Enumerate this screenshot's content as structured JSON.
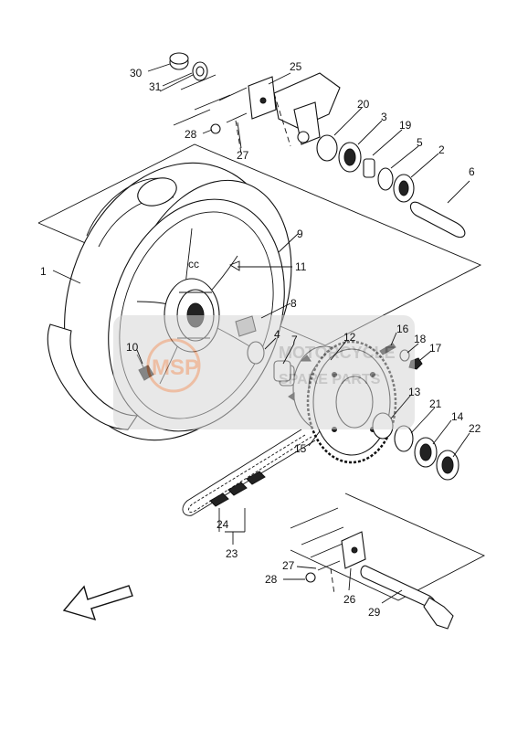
{
  "diagram": {
    "part_labels": [
      "1",
      "2",
      "3",
      "4",
      "5",
      "6",
      "7",
      "8",
      "9",
      "10",
      "11",
      "12",
      "13",
      "14",
      "15",
      "16",
      "17",
      "18",
      "19",
      "20",
      "21",
      "22",
      "23",
      "24",
      "25",
      "26",
      "27",
      "27",
      "28",
      "28",
      "29",
      "30",
      "31"
    ],
    "watermark": {
      "logo_text": "MSP",
      "line1": "MOTORCYCLE",
      "line2": "SPARE PARTS"
    },
    "icons": [
      "front-direction-arrow-icon"
    ],
    "colors": {
      "line": "#111111",
      "background": "#ffffff",
      "watermark": "#c8c8c8",
      "watermark_accent": "#e08a5a"
    }
  }
}
